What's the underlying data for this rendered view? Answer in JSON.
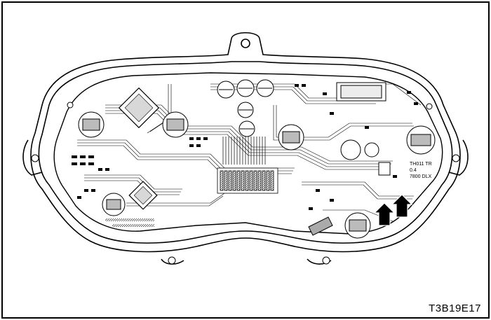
{
  "figure": {
    "id": "T3B19E17",
    "board_labels": [
      "TH011 TR",
      "0.4",
      "7800 DLX"
    ]
  },
  "colors": {
    "ink": "#000000",
    "paper": "#ffffff",
    "shade": "#9a9a9a",
    "light_shade": "#d8d8d8"
  },
  "icons": [
    "up-arrow-icon",
    "up-arrow-icon"
  ]
}
